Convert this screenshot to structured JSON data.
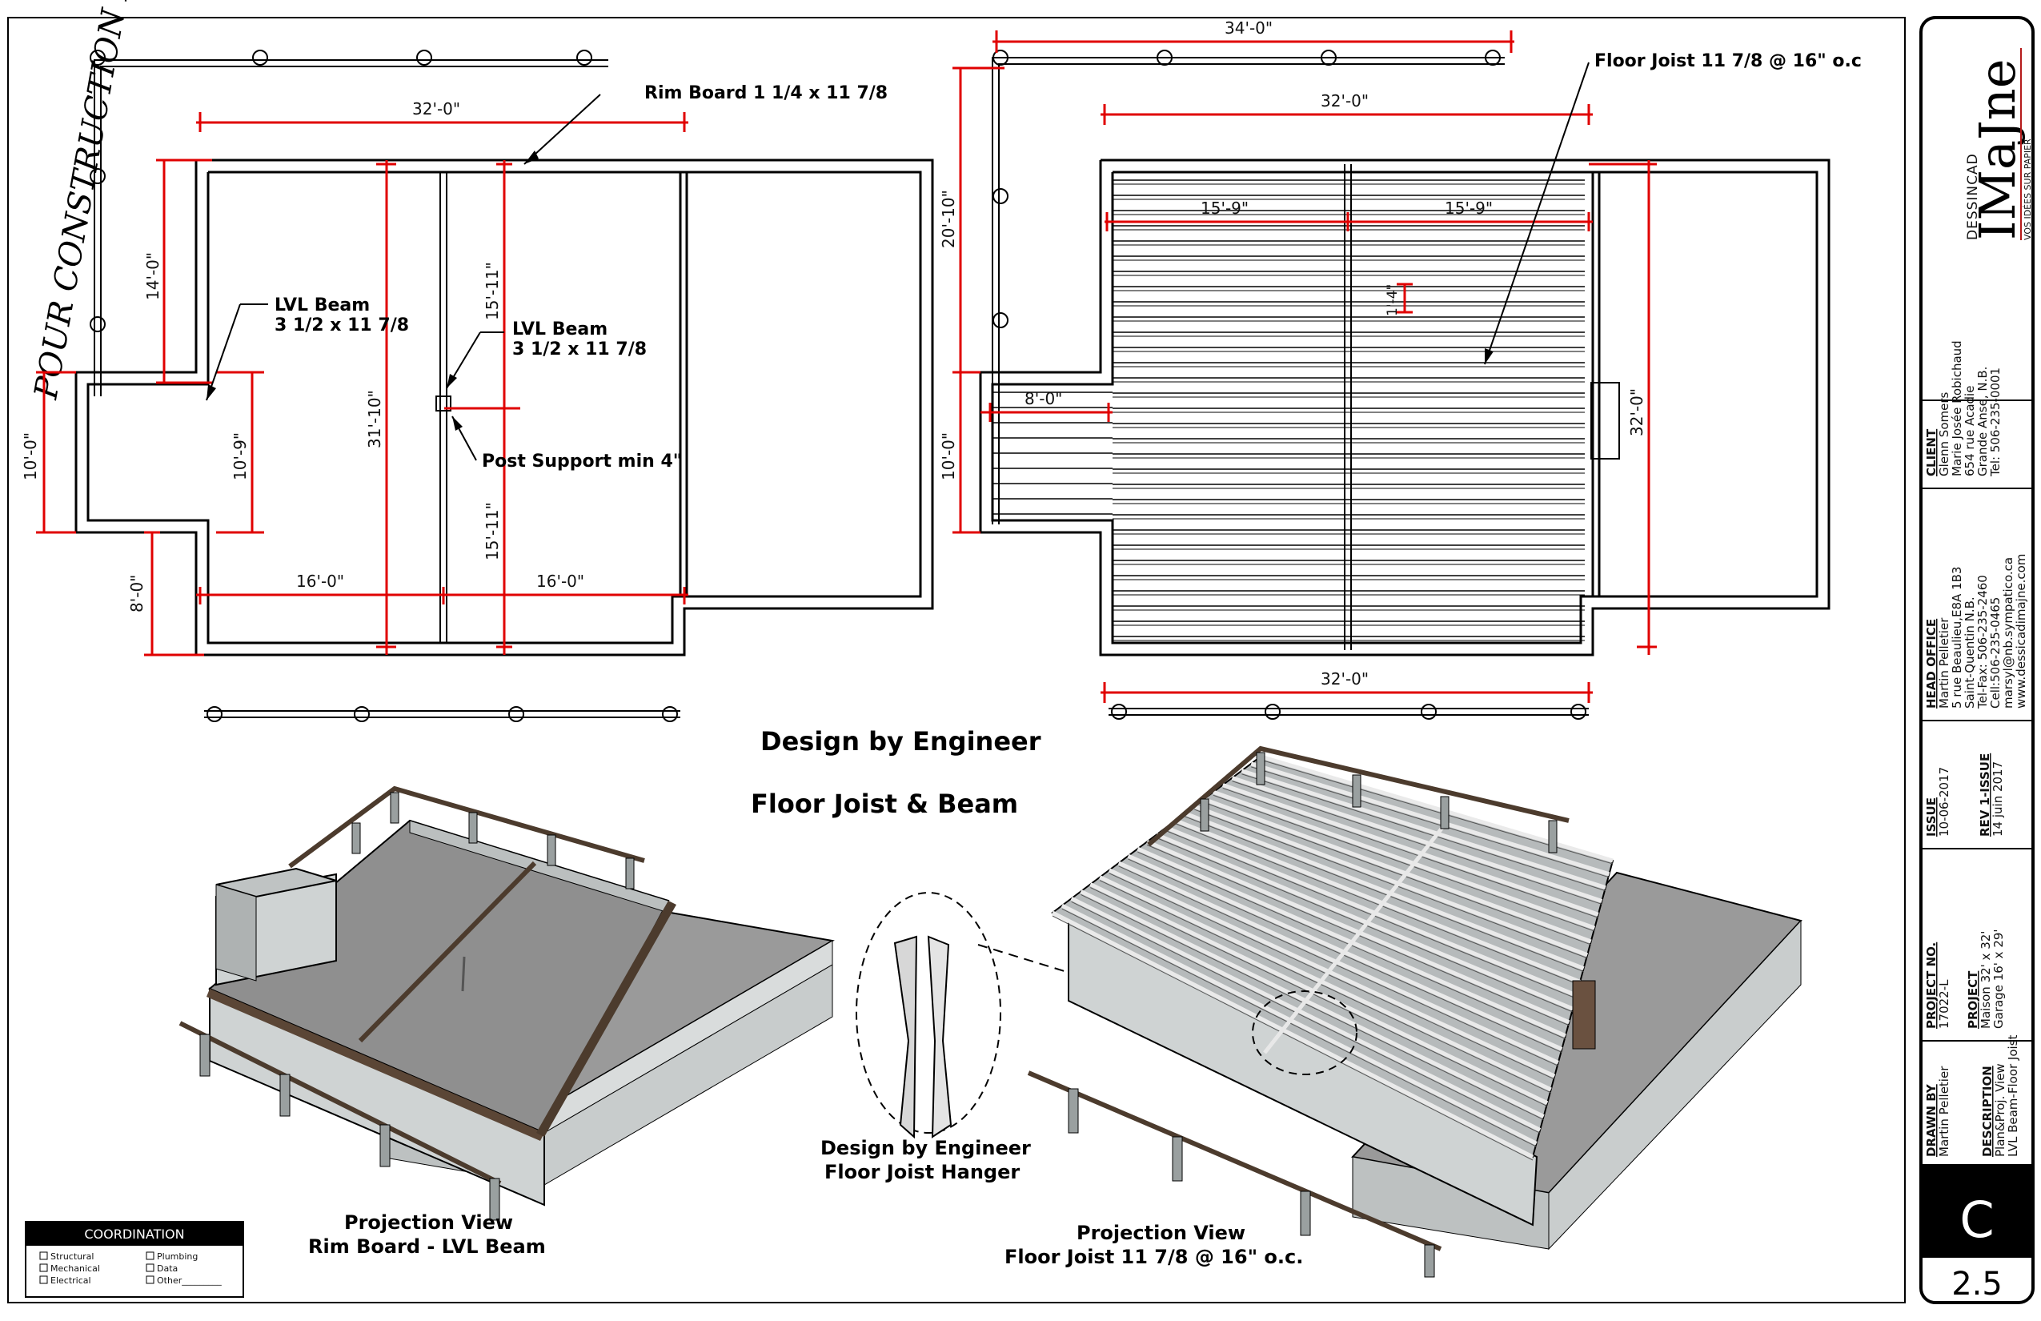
{
  "plan_left": {
    "stamp": "POUR CONSTRUCTION RI",
    "dims": {
      "top": "32'-0\"",
      "left_upper": "14'-0\"",
      "left_lower": "10'-0\"",
      "bottom_left": "8'-0\"",
      "pocket": "10'-9\"",
      "depth": "31'-10\"",
      "span_upper": "15'-11\"",
      "span_lower": "15'-11\"",
      "half_left": "16'-0\"",
      "half_right": "16'-0\""
    },
    "callouts": {
      "rim_board": "Rim Board 1 1/4  x 11 7/8",
      "lvl1_a": "LVL Beam",
      "lvl1_b": "3 1/2 x 11 7/8",
      "lvl2_a": "LVL Beam",
      "lvl2_b": "3 1/2 x 11 7/8",
      "post": "Post Support min 4\""
    }
  },
  "plan_right": {
    "dims": {
      "overall": "34'-0\"",
      "top": "32'-0\"",
      "bay_left": "15'-9\"",
      "bay_right": "15'-9\"",
      "spacing": "1'-4\"",
      "left_upper": "20'-10\"",
      "left_lower": "10'-0\"",
      "porch": "8'-0\"",
      "right": "32'-0\"",
      "bottom": "32'-0\""
    },
    "callouts": {
      "joist": "Floor Joist 11 7/8 @ 16\" o.c"
    }
  },
  "center": {
    "line1": "Design by Engineer",
    "line2": "Floor Joist & Beam"
  },
  "hanger": {
    "line1": "Design by Engineer",
    "line2": "Floor Joist Hanger"
  },
  "proj_left": {
    "line1": "Projection View",
    "line2": "Rim Board - LVL Beam"
  },
  "proj_right": {
    "line1": "Projection View",
    "line2": "Floor Joist 11 7/8 @ 16\" o.c."
  },
  "coordination": {
    "title": "COORDINATION",
    "items": [
      "Structural",
      "Plumbing",
      "Mechanical",
      "Data",
      "Electrical",
      "Other_________"
    ]
  },
  "titleblock": {
    "company_small": "DESSINCAD",
    "logo": "IMaJne",
    "tagline": "VOS IDÉES SUR PAPIER",
    "client_h": "CLIENT",
    "client": [
      "Glenn Somers",
      "Marie Josée Robichaud",
      "654 rue Acadie",
      "Grande Anse, N.B.",
      "Tel: 506-235-0001"
    ],
    "office_h": "HEAD OFFICE",
    "office": [
      "Martin Pelletier",
      "5 rue Beaulieu,E8A 1B3",
      "Saint-Quentin N.B.",
      "Tel-Fax: 506-235-2460",
      "Cell:506-235-0465",
      "marsyl@nb.sympatico.ca",
      "www.dessicadimajne.com"
    ],
    "issue_h": "ISSUE",
    "issue": "10-06-2017",
    "rev_h": "REV 1-ISSUE",
    "rev": "14 juin 2017",
    "projno_h": "PROJECT NO.",
    "projno": "17022-L",
    "project_h": "PROJECT",
    "project": [
      "Maison 32' x 32'",
      "Garage 16' x 29'"
    ],
    "drawn_h": "DRAWN BY",
    "drawn": "Martin Pelletier",
    "desc_h": "DESCRIPTION",
    "desc": [
      "Plan&Proj. View",
      "LVL Beam-Floor Joist"
    ],
    "sheet_letter": "C",
    "sheet_no": "2.5"
  }
}
